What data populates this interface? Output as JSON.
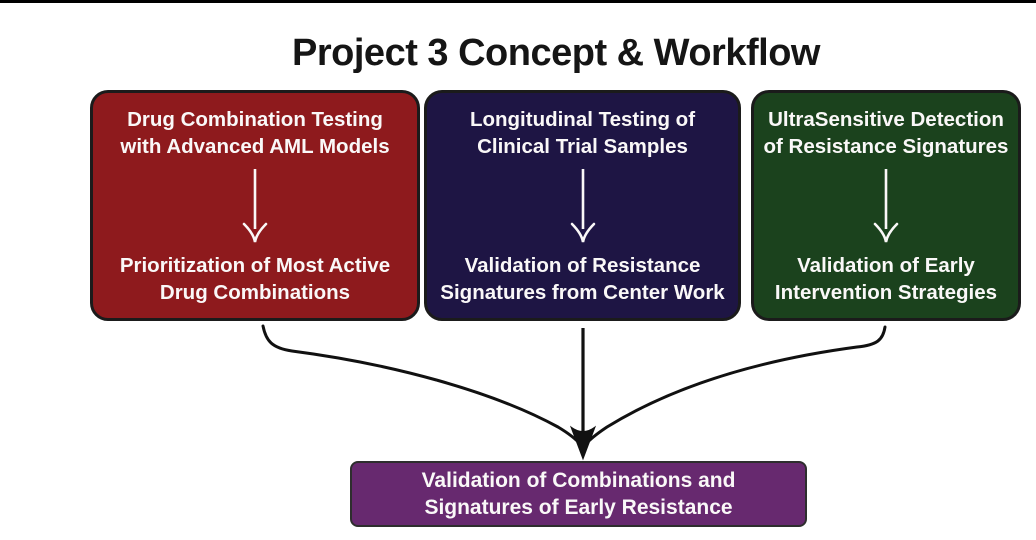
{
  "title": "Project 3 Concept & Workflow",
  "boxes": [
    {
      "top_lines": [
        "Drug Combination Testing",
        "with Advanced AML Models"
      ],
      "bottom_lines": [
        "Prioritization of Most Active",
        "Drug Combinations"
      ],
      "color": "#8e1a1d"
    },
    {
      "top_lines": [
        "Longitudinal Testing of",
        "Clinical Trial Samples"
      ],
      "bottom_lines": [
        "Validation of Resistance",
        "Signatures from Center Work"
      ],
      "color": "#1e1544"
    },
    {
      "top_lines": [
        "UltraSensitive Detection",
        "of Resistance Signatures"
      ],
      "bottom_lines": [
        "Validation of Early",
        "Intervention Strategies"
      ],
      "color": "#1b421d"
    }
  ],
  "result_box": {
    "lines": [
      "Validation of Combinations and",
      "Signatures of Early Resistance"
    ],
    "color": "#67296f"
  },
  "icons": {
    "down_arrow": "↓",
    "converging_arrows": "merge-arrow"
  },
  "colors": {
    "background": "#ffffff",
    "top_bar": "#000000",
    "title_text": "#151515",
    "box_border": "#1b1b1b",
    "box_text": "#faf8f8",
    "connector_stroke": "#111111"
  }
}
